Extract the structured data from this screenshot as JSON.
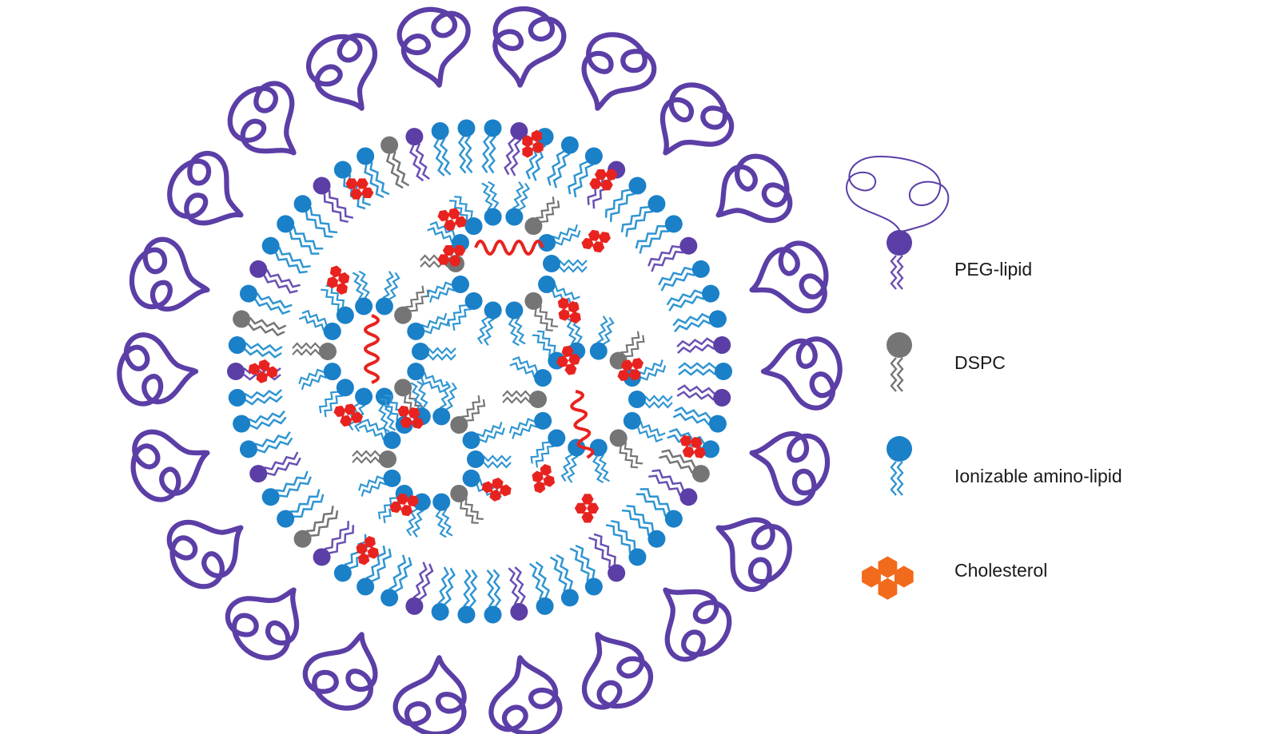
{
  "legend": {
    "items": [
      {
        "key": "peg",
        "label": "PEG-lipid",
        "color": "#5b3ea6"
      },
      {
        "key": "dspc",
        "label": "DSPC",
        "color": "#757575"
      },
      {
        "key": "ionizable",
        "label": "Ionizable amino-lipid",
        "color": "#1a80c8"
      },
      {
        "key": "cholesterol",
        "label": "Cholesterol",
        "color": "#f26a1b"
      }
    ]
  },
  "colors": {
    "peg": "#5b3ea6",
    "peg_tail": "#6a4fb3",
    "dspc": "#757575",
    "ionizable": "#1a80c8",
    "ionizable_tail": "#2f95d2",
    "cholesterol_particle": "#e8231f",
    "cholesterol_legend": "#f26a1b",
    "mrna": "#e8231f"
  }
}
